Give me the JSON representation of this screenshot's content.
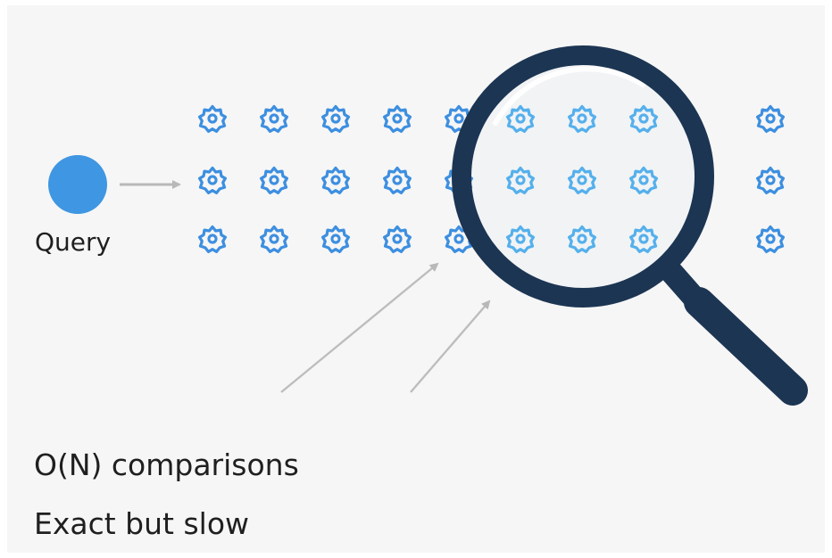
{
  "query": {
    "label": "Query",
    "color": "#3f96e2"
  },
  "database": {
    "icon": "gear-flower-icon",
    "rows": 3,
    "columns": 10,
    "visible_columns": [
      0,
      1,
      2,
      3,
      4,
      5,
      6,
      7,
      9
    ],
    "colors": {
      "normal": "#3d8fe0",
      "highlighted": "#55b0ec"
    }
  },
  "magnifier": {
    "icon": "magnifying-glass-icon",
    "rim_color": "#1c3553",
    "lens_color": "#f1f3f5"
  },
  "arrow_color": "#b8b8b8",
  "captions": {
    "complexity": "O(N) comparisons",
    "tradeoff": "Exact but slow"
  }
}
